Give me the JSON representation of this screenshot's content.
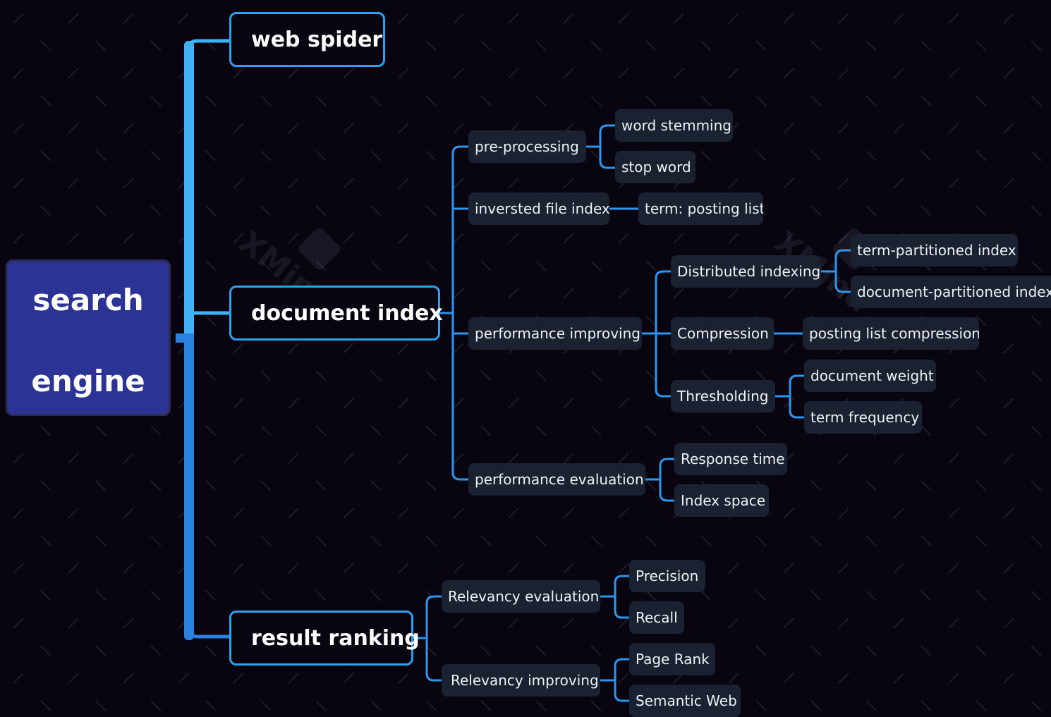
{
  "root": {
    "line1": "search",
    "line2": "engine"
  },
  "branches": {
    "web_spider": "web spider",
    "document_index": "document index",
    "result_ranking": "result ranking"
  },
  "doc_index": {
    "pre_processing": "pre-processing",
    "word_stemming": "word stemming",
    "stop_word": "stop word",
    "inverted_file_index": "inversted file index",
    "term_posting_list": "term: posting list",
    "performance_improving": "performance improving",
    "distributed_indexing": "Distributed indexing",
    "term_partitioned_index": "term-partitioned index",
    "document_partitioned_index": "document-partitioned index",
    "compression": "Compression",
    "posting_list_compression": "posting list compression",
    "thresholding": "Thresholding",
    "document_weight": "document weight",
    "term_frequency": "term frequency",
    "performance_evaluation": "performance evaluation",
    "response_time": "Response time",
    "index_space": "Index space"
  },
  "ranking": {
    "relevancy_evaluation": "Relevancy evaluation",
    "precision": "Precision",
    "recall": "Recall",
    "relevancy_improving": "Relevancy improving",
    "page_rank": "Page Rank",
    "semantic_web": "Semantic Web"
  },
  "watermark": {
    "text": "XMind"
  },
  "colors": {
    "background": "#080510",
    "root_fill": "#2b3494",
    "main_border": "#2f9ff0",
    "trunk_light": "#3fb2f5",
    "trunk_dark": "#2a82de",
    "connector": "#2e95ee",
    "subtopic_fill": "#1a2232"
  }
}
